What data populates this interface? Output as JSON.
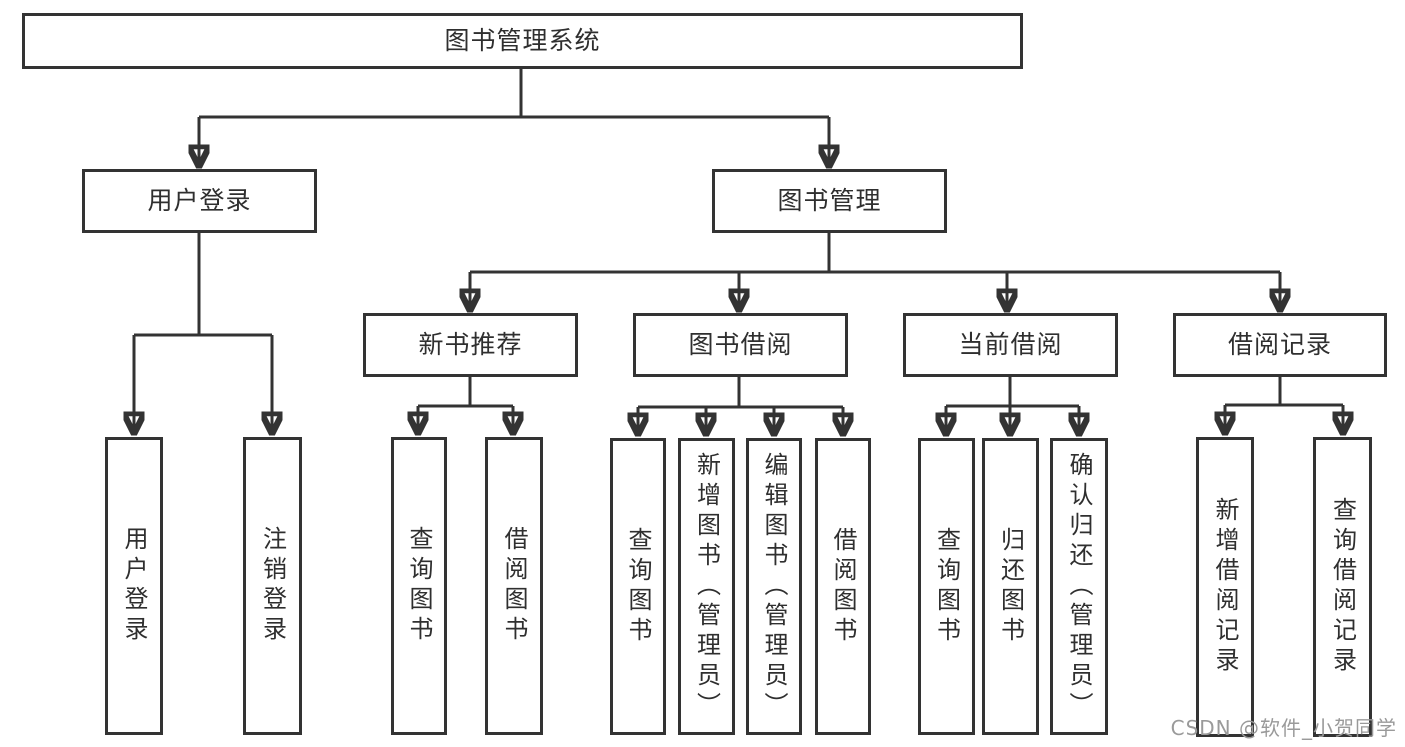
{
  "diagram_type": "hierarchy-tree",
  "colors": {
    "line": "#333333",
    "box_border": "#333333",
    "text": "#2f2f2f",
    "watermark": "#9a9a9a",
    "background": "#ffffff"
  },
  "tree": {
    "root": {
      "label": "图书管理系统",
      "children": [
        {
          "label": "用户登录",
          "children": [
            {
              "label": "用户登录"
            },
            {
              "label": "注销登录"
            }
          ]
        },
        {
          "label": "图书管理",
          "children": [
            {
              "label": "新书推荐",
              "children": [
                {
                  "label": "查询图书"
                },
                {
                  "label": "借阅图书"
                }
              ]
            },
            {
              "label": "图书借阅",
              "children": [
                {
                  "label": "查询图书"
                },
                {
                  "label": "新增图书（管理员）"
                },
                {
                  "label": "编辑图书（管理员）"
                },
                {
                  "label": "借阅图书"
                }
              ]
            },
            {
              "label": "当前借阅",
              "children": [
                {
                  "label": "查询图书"
                },
                {
                  "label": "归还图书"
                },
                {
                  "label": "确认归还（管理员）"
                }
              ]
            },
            {
              "label": "借阅记录",
              "children": [
                {
                  "label": "新增借阅记录"
                },
                {
                  "label": "查询借阅记录"
                }
              ]
            }
          ]
        }
      ]
    }
  },
  "watermark": {
    "text": "CSDN @软件_小贺同学"
  }
}
